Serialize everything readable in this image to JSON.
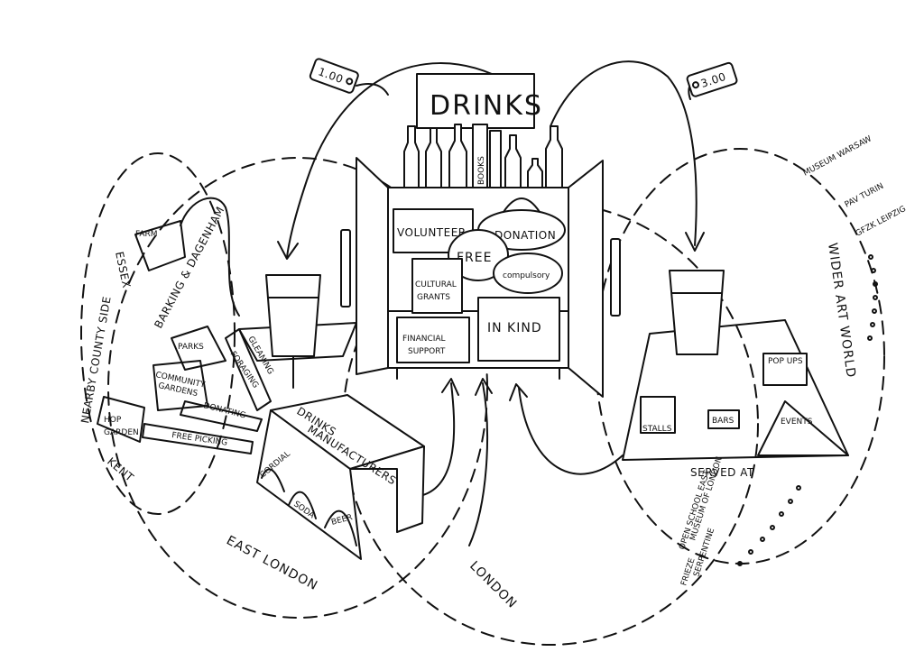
{
  "title": "DRINKS",
  "prices": {
    "left": "1.00",
    "right": "3.00"
  },
  "bottles": {
    "books": "BOOKS"
  },
  "cabinet_boxes": {
    "volunteer": "VOLUNTEER",
    "donation": "DONATION",
    "free": "FREE",
    "cultural_grants": [
      "CULTURAL",
      "GRANTS"
    ],
    "compulsory": "compulsory",
    "in_kind": "IN KIND",
    "financial_support": [
      "FINANCIAL",
      "SUPPORT"
    ]
  },
  "left_sources": {
    "farm": "FARM",
    "barking": "BARKING & DAGENHAM",
    "essex": "ESSEX",
    "countryside": "NEARBY COUNTY SIDE",
    "parks": "PARKS",
    "community_gardens": [
      "COMMUNITY",
      "GARDENS"
    ],
    "gleaning": "GLEANING",
    "foraging": "FORAGING",
    "donating": "DONATING",
    "hop_garden": [
      "HOP",
      "GARDEN"
    ],
    "free_picking": "FREE PICKING",
    "kent": "KENT"
  },
  "manufacturers": {
    "title": [
      "DRINKS",
      "MANUFACTURERS"
    ],
    "arches": [
      "CORDIAL",
      "SODA",
      "BEER"
    ]
  },
  "regions": {
    "east_london": "EAST LONDON",
    "london": "LONDON",
    "wider_art_world": "WIDER ART WORLD"
  },
  "venues_right": [
    "MUSEUM WARSAW",
    "PAV TURIN",
    "GFZK LEIPZIG"
  ],
  "venues_bottom": [
    "FRIEZE",
    "SERPENTINE",
    "OPEN SCHOOL EAST",
    "MUSEUM OF LONDON"
  ],
  "served_at": {
    "label": "SERVED AT",
    "items": [
      "STALLS",
      "BARS",
      "POP UPS",
      "EVENTS"
    ]
  }
}
